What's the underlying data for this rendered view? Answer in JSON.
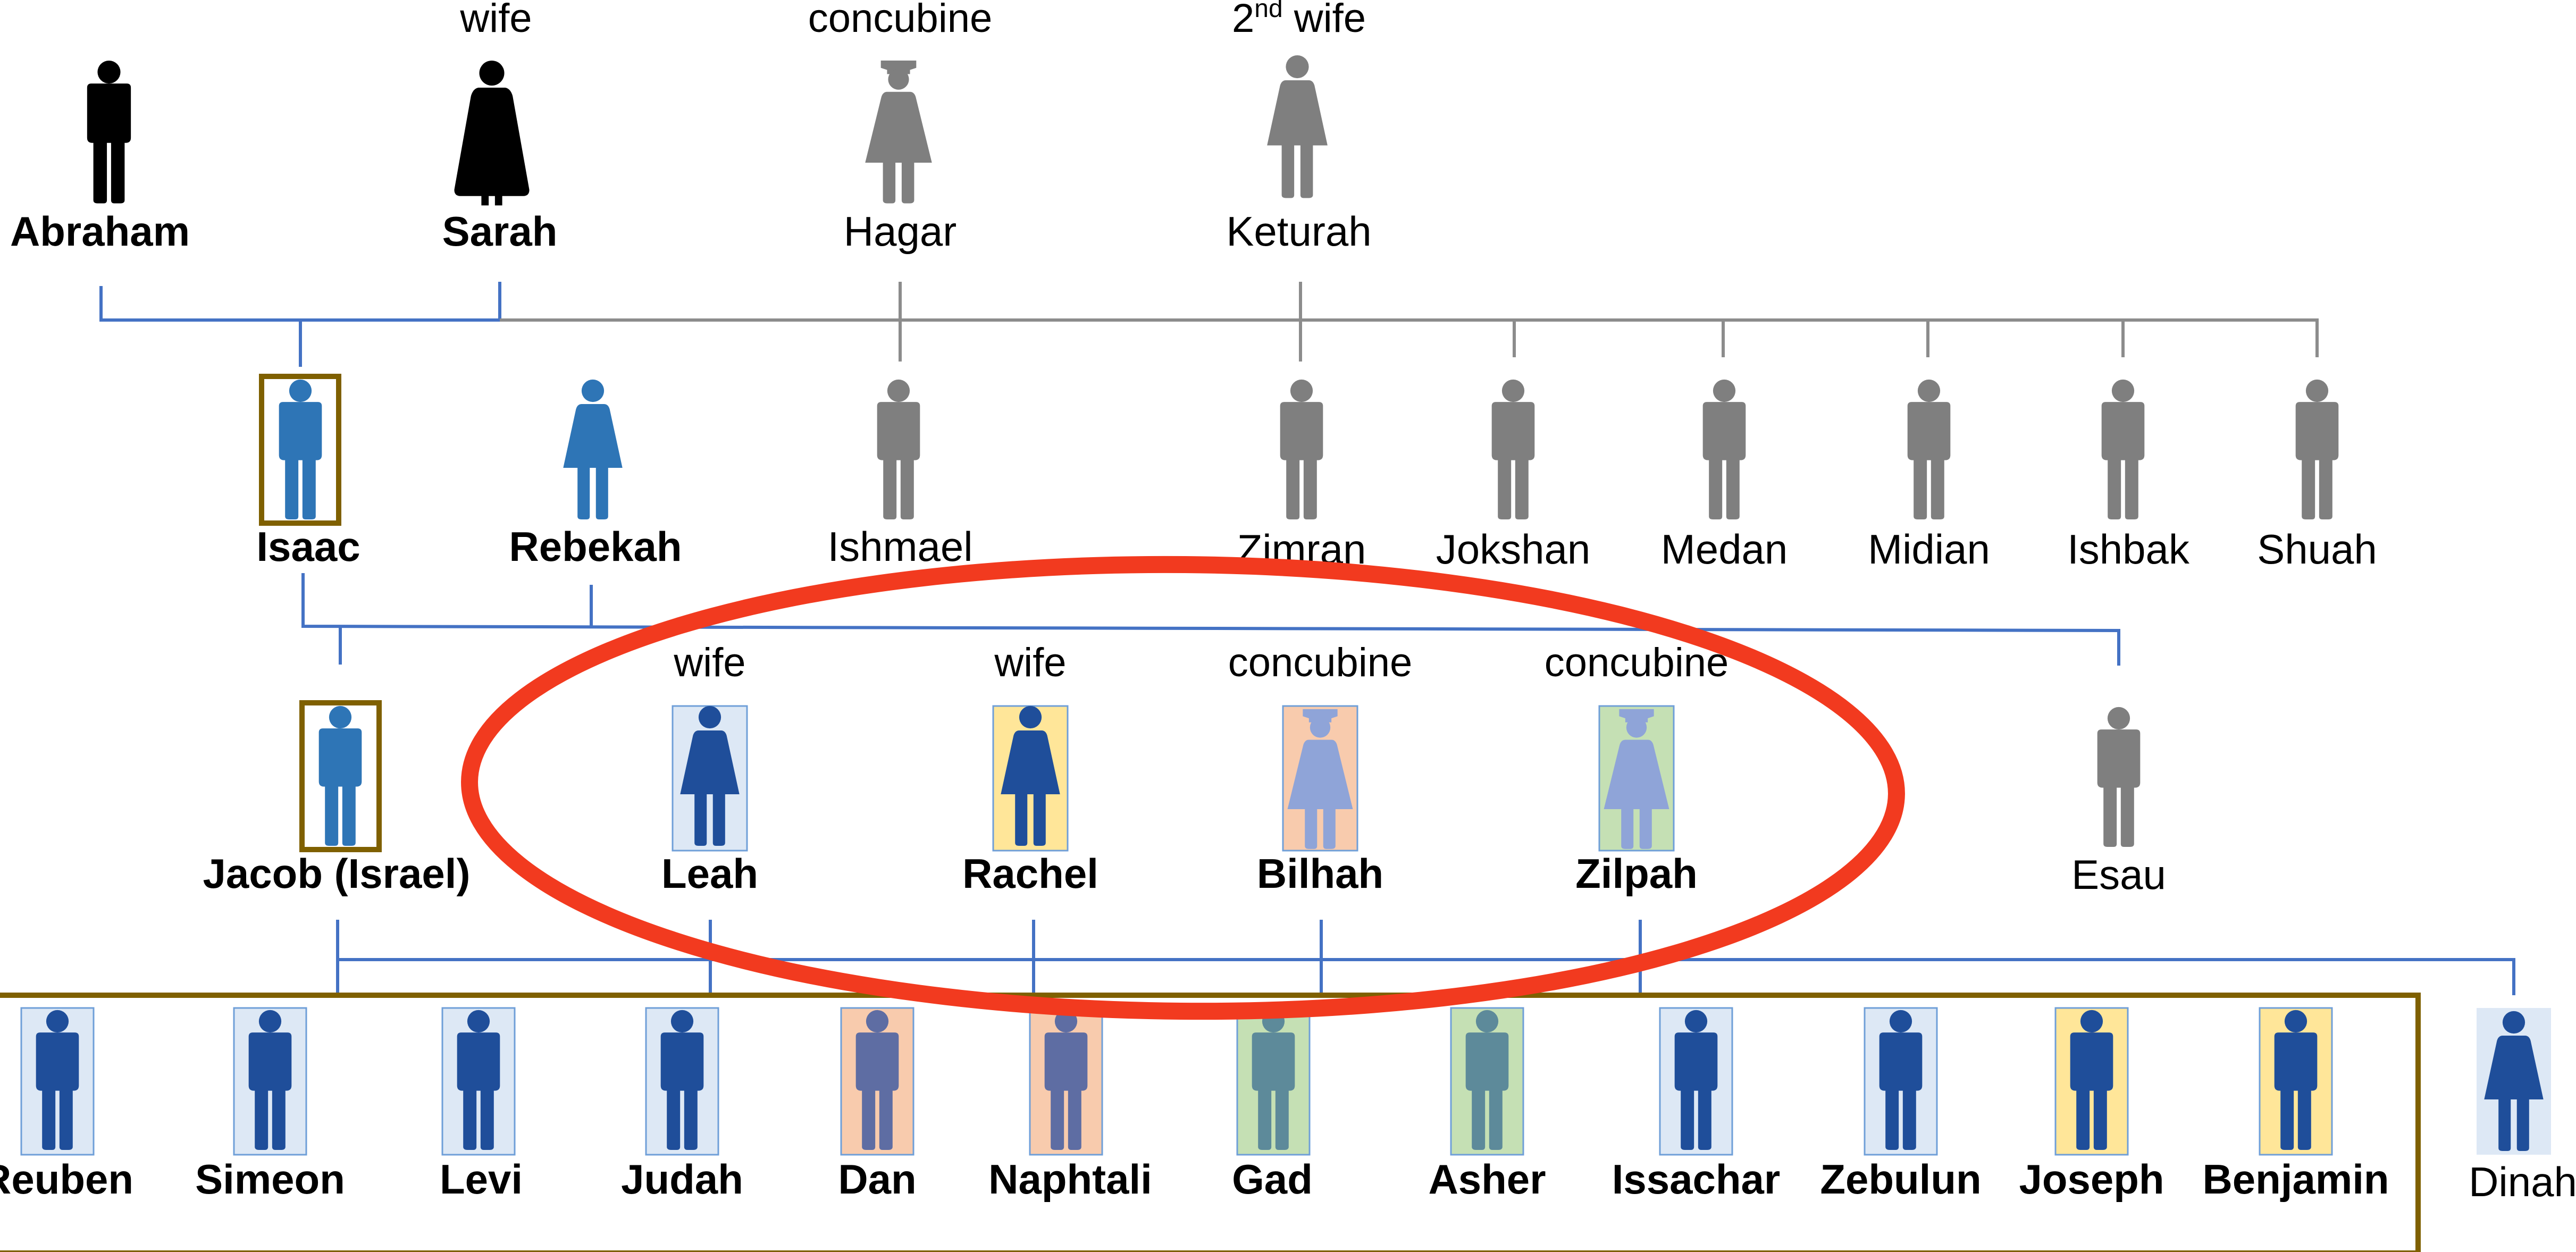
{
  "colors": {
    "black": "#000000",
    "gray": "#7f7f7f",
    "steel_blue": "#2e75b6",
    "navy": "#1f4e9a",
    "red_ellipse": "#f23a1f",
    "gold_border": "#7f6000",
    "light_blue_box": "#dde8f5",
    "yellow_box": "#ffe699",
    "peach_box": "#f8cbad",
    "green_box": "#c5e0b4",
    "line_blue": "#4472c4",
    "line_gray": "#8c8c8c"
  },
  "people": {
    "abraham": {
      "name": "Abraham",
      "role": ""
    },
    "sarah": {
      "name": "Sarah",
      "role": "wife"
    },
    "hagar": {
      "name": "Hagar",
      "role": "concubine"
    },
    "keturah": {
      "name": "Keturah",
      "role_sup": "nd",
      "role_pre": "2",
      "role_post": " wife"
    },
    "isaac": {
      "name": "Isaac"
    },
    "rebekah": {
      "name": "Rebekah"
    },
    "ishmael": {
      "name": "Ishmael"
    },
    "zimran": {
      "name": "Zimran"
    },
    "jokshan": {
      "name": "Jokshan"
    },
    "medan": {
      "name": "Medan"
    },
    "midian": {
      "name": "Midian"
    },
    "ishbak": {
      "name": "Ishbak"
    },
    "shuah": {
      "name": "Shuah"
    },
    "jacob": {
      "name": "Jacob (Israel)"
    },
    "leah": {
      "name": "Leah",
      "role": "wife"
    },
    "rachel": {
      "name": "Rachel",
      "role": "wife"
    },
    "bilhah": {
      "name": "Bilhah",
      "role": "concubine"
    },
    "zilpah": {
      "name": "Zilpah",
      "role": "concubine"
    },
    "esau": {
      "name": "Esau"
    }
  },
  "sons": [
    {
      "key": "reuben",
      "name": "Reuben",
      "mother": "leah"
    },
    {
      "key": "simeon",
      "name": "Simeon",
      "mother": "leah"
    },
    {
      "key": "levi",
      "name": "Levi",
      "mother": "leah"
    },
    {
      "key": "judah",
      "name": "Judah",
      "mother": "leah"
    },
    {
      "key": "dan",
      "name": "Dan",
      "mother": "bilhah"
    },
    {
      "key": "naphtali",
      "name": "Naphtali",
      "mother": "bilhah"
    },
    {
      "key": "gad",
      "name": "Gad",
      "mother": "zilpah"
    },
    {
      "key": "asher",
      "name": "Asher",
      "mother": "zilpah"
    },
    {
      "key": "issachar",
      "name": "Issachar",
      "mother": "leah"
    },
    {
      "key": "zebulun",
      "name": "Zebulun",
      "mother": "leah"
    },
    {
      "key": "joseph",
      "name": "Joseph",
      "mother": "rachel"
    },
    {
      "key": "benjamin",
      "name": "Benjamin",
      "mother": "rachel"
    }
  ],
  "daughter": {
    "name": "Dinah",
    "mother": "leah"
  }
}
